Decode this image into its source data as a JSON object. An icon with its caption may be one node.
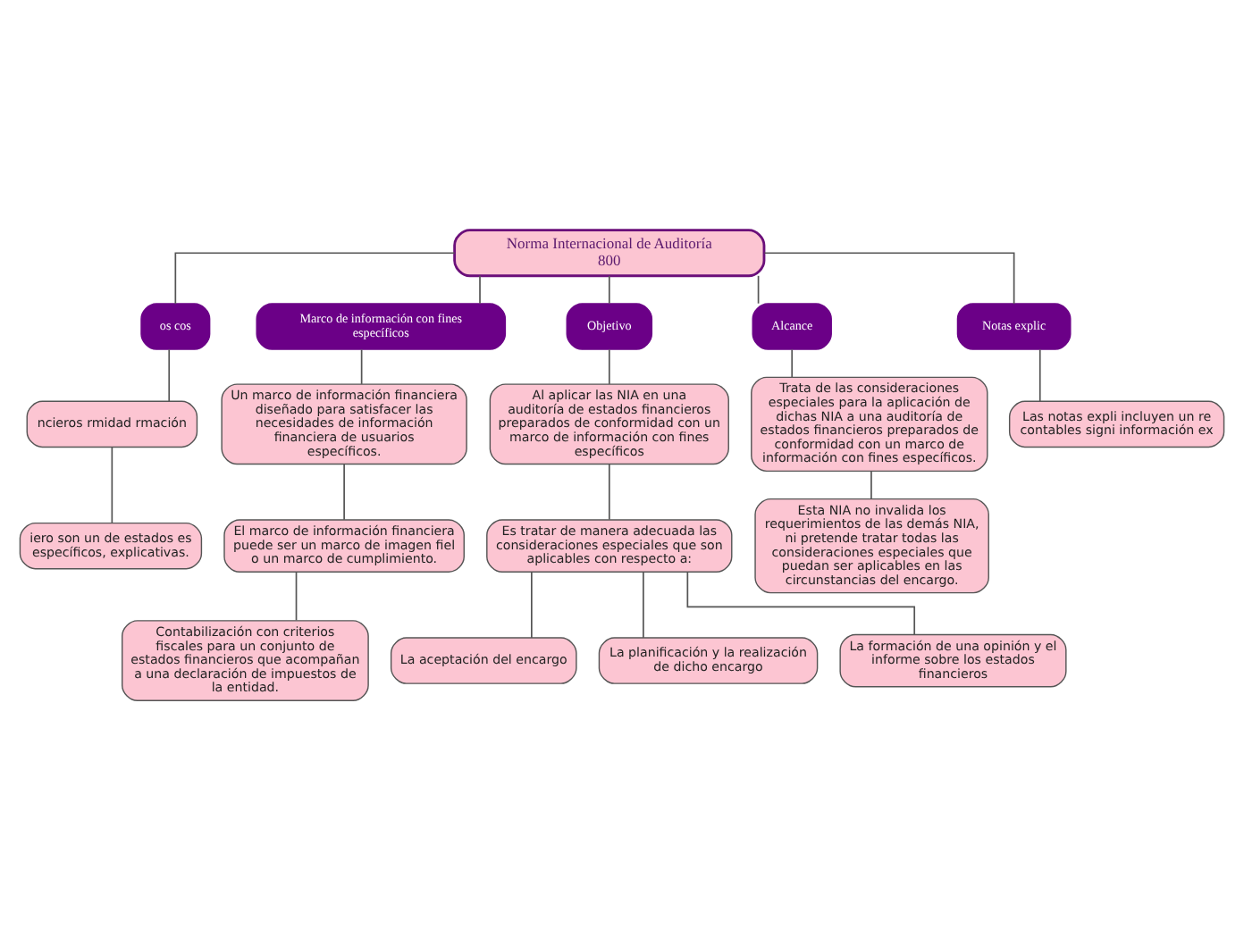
{
  "diagram": {
    "nodes": [
      {
        "text": [
          "Norma Internacional de Auditoría 800"
        ]
      },
      {
        "text": [
          "os cos"
        ]
      },
      {
        "text": [
          "ncieros rmidad rmación"
        ]
      },
      {
        "text": [
          "iero son un de estados es específicos, explicativas."
        ]
      },
      {
        "text": [
          "Marco de información con fines específicos"
        ]
      },
      {
        "text": [
          "Un marco de información financiera diseñado para satisfacer las necesidades de información financiera de usuarios específicos."
        ]
      },
      {
        "text": [
          "El marco de información financiera puede ser un marco de imagen fiel o un marco de cumplimiento."
        ]
      },
      {
        "text": [
          "Contabilización con criterios fiscales para un conjunto de estados financieros que acompañan a una declaración de impuestos de la entidad."
        ]
      },
      {
        "text": [
          "Objetivo"
        ]
      },
      {
        "text": [
          "Al aplicar las NIA en una auditoría de estados financieros preparados de conformidad con un marco de información con fines específicos"
        ]
      },
      {
        "text": [
          "Es tratar de manera adecuada las consideraciones especiales que son aplicables con respecto a:"
        ]
      },
      {
        "text": [
          "La aceptación del encargo"
        ]
      },
      {
        "text": [
          "La planificación y la realización de dicho encargo"
        ]
      },
      {
        "text": [
          "La formación de una opinión y el informe sobre los estados financieros"
        ]
      },
      {
        "text": [
          "Alcance"
        ]
      },
      {
        "text": [
          "Trata de las consideraciones especiales para la aplicación de dichas NIA a una auditoría de estados financieros preparados de conformidad con un marco de información con fines específicos."
        ]
      },
      {
        "text": [
          "Esta NIA no invalida los requerimientos de las demás NIA, ni pretende tratar todas las consideraciones especiales que puedan ser aplicables en las circunstancias del encargo."
        ]
      },
      {
        "text": [
          "Notas explic"
        ]
      },
      {
        "text": [
          "Las notas expli incluyen un re contables signi información ex"
        ]
      }
    ],
    "edges": [
      {
        "from": 0,
        "to": 1,
        "arrow": "none"
      },
      {
        "from": 1,
        "to": 2,
        "arrow": "none"
      },
      {
        "from": 2,
        "to": 3,
        "arrow": "none"
      },
      {
        "from": 0,
        "to": 4,
        "arrow": "none"
      },
      {
        "from": 4,
        "to": 5,
        "arrow": "none"
      },
      {
        "from": 5,
        "to": 6,
        "arrow": "none"
      },
      {
        "from": 6,
        "to": 7,
        "arrow": "none"
      },
      {
        "from": 0,
        "to": 8,
        "arrow": "none"
      },
      {
        "from": 8,
        "to": 9,
        "arrow": "none"
      },
      {
        "from": 9,
        "to": 10,
        "arrow": "none"
      },
      {
        "from": 10,
        "to": 11,
        "arrow": "none"
      },
      {
        "from": 10,
        "to": 12,
        "arrow": "none"
      },
      {
        "from": 10,
        "to": 13,
        "arrow": "none"
      },
      {
        "from": 0,
        "to": 14,
        "arrow": "none"
      },
      {
        "from": 14,
        "to": 15,
        "arrow": "none"
      },
      {
        "from": 15,
        "to": 16,
        "arrow": "none"
      },
      {
        "from": 0,
        "to": 17,
        "arrow": "none"
      },
      {
        "from": 17,
        "to": 18,
        "arrow": "none"
      }
    ]
  }
}
